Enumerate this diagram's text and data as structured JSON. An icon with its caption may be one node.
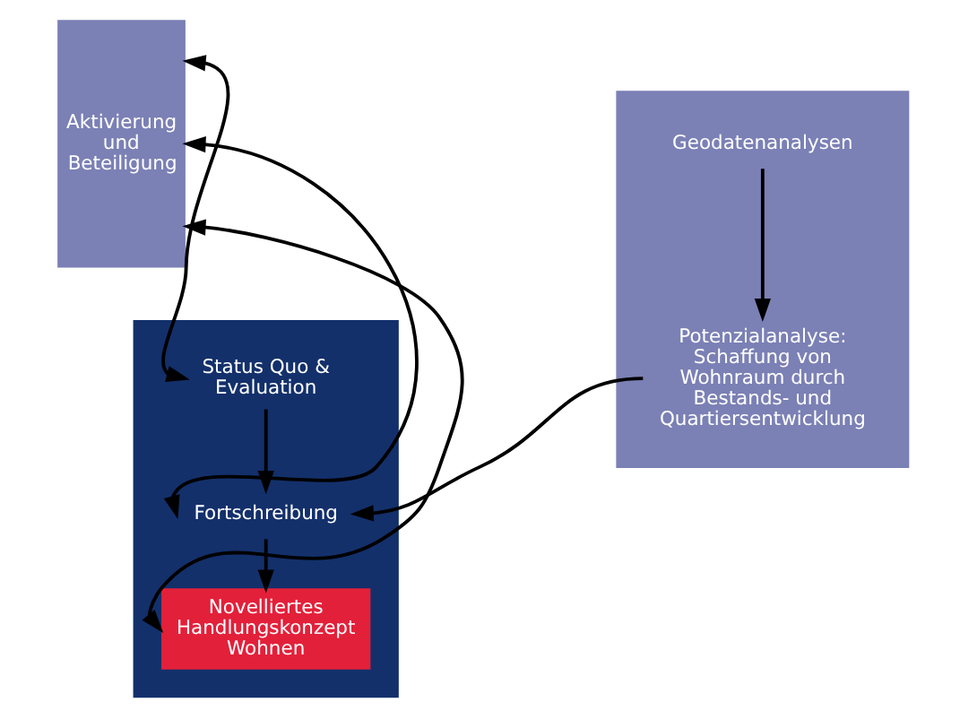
{
  "diagram": {
    "nodes": [
      {
        "text": [
          "Aktivierung und Beteiligung"
        ]
      },
      {
        "text": [],
        "shape": "box"
      },
      {
        "text": [
          "Status Quo & Evaluation"
        ],
        "in": 1
      },
      {
        "text": [
          "Fortschreibung"
        ],
        "in": 1
      },
      {
        "text": [
          "Novelliertes Handlungskonzept Wohnen"
        ],
        "in": 1
      },
      {
        "text": [],
        "shape": "box"
      },
      {
        "text": [
          "Geodatenanalysen"
        ],
        "in": 5
      },
      {
        "text": [
          "Potenzialanalyse: Schaffung von Wohnraum durch Bestands- und Quartiersentwicklung"
        ],
        "in": 5
      }
    ],
    "edges": [
      {
        "from": 0,
        "to": 2,
        "arrow": "both"
      },
      {
        "from": 0,
        "to": 3,
        "arrow": "both"
      },
      {
        "from": 0,
        "to": 4,
        "arrow": "both"
      },
      {
        "from": 2,
        "to": 3,
        "arrow": "to"
      },
      {
        "from": 3,
        "to": 4,
        "arrow": "to"
      },
      {
        "from": 6,
        "to": 7,
        "arrow": "to"
      },
      {
        "from": 7,
        "to": 3,
        "arrow": "to"
      }
    ]
  }
}
